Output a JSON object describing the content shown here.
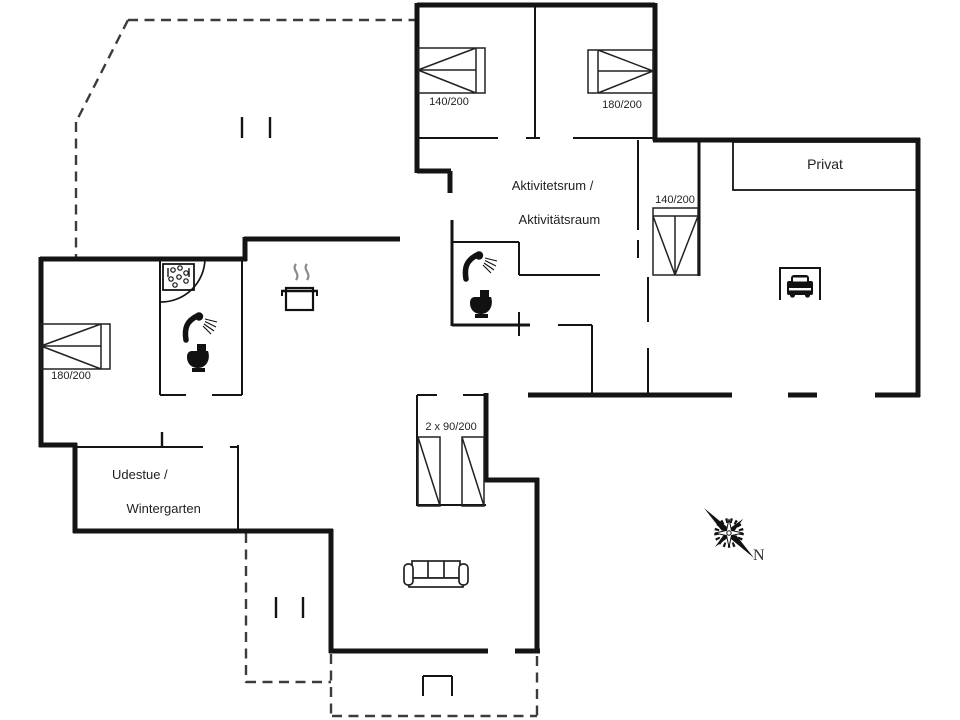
{
  "rooms": {
    "activity": {
      "line1": "Aktivitetsrum /",
      "line2": "Aktivitätsraum"
    },
    "winter_garden": {
      "line1": "Udestue /",
      "line2": "Wintergarten"
    },
    "private": {
      "label": "Privat"
    }
  },
  "beds": {
    "bedroom_top_left": "140/200",
    "bedroom_top_right": "180/200",
    "bedroom_right": "140/200",
    "bedroom_left": "180/200",
    "bedroom_bottom": "2 x 90/200"
  },
  "compass": {
    "north_label": "N"
  },
  "icons": {
    "left_bathroom": [
      "washbasin-icon",
      "shower-icon",
      "toilet-icon"
    ],
    "middle_bathroom": [
      "shower-icon",
      "toilet-icon"
    ],
    "kitchen": [
      "stove-pot-icon"
    ],
    "living_room": [
      "sofa-icon"
    ],
    "carport": [
      "car-icon"
    ],
    "site": [
      "compass-rose-icon"
    ]
  },
  "colors": {
    "wall": "#141414",
    "dashed_outline": "#3c3c3c",
    "text": "#1f1f1f",
    "background": "#ffffff"
  }
}
